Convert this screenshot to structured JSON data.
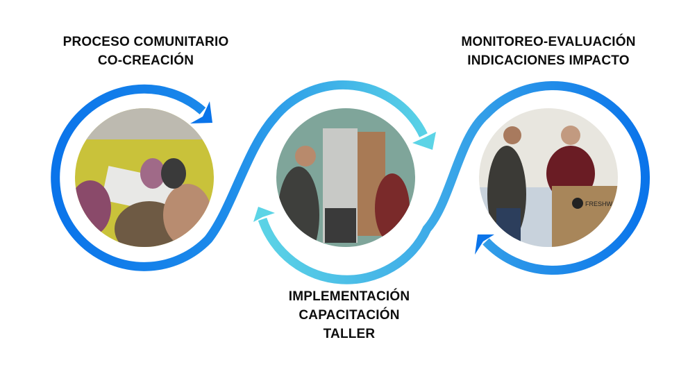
{
  "stages": [
    {
      "lines": [
        "PROCESO COMUNITARIO",
        "CO-CREACIÓN"
      ],
      "photo": "community-meeting-photo"
    },
    {
      "lines": [
        "IMPLEMENTACIÓN",
        "CAPACITACIÓN",
        "TALLER"
      ],
      "photo": "training-workshop-photo"
    },
    {
      "lines": [
        "MONITOREO-EVALUACIÓN",
        "INDICACIONES IMPACTO"
      ],
      "photo": "monitoring-photo",
      "photo_sign": "FRESHWAT"
    }
  ],
  "colors": {
    "dark_blue": "#0a74ea",
    "light_cyan": "#5cd4e6",
    "mid_blue": "#2a9ae6"
  }
}
